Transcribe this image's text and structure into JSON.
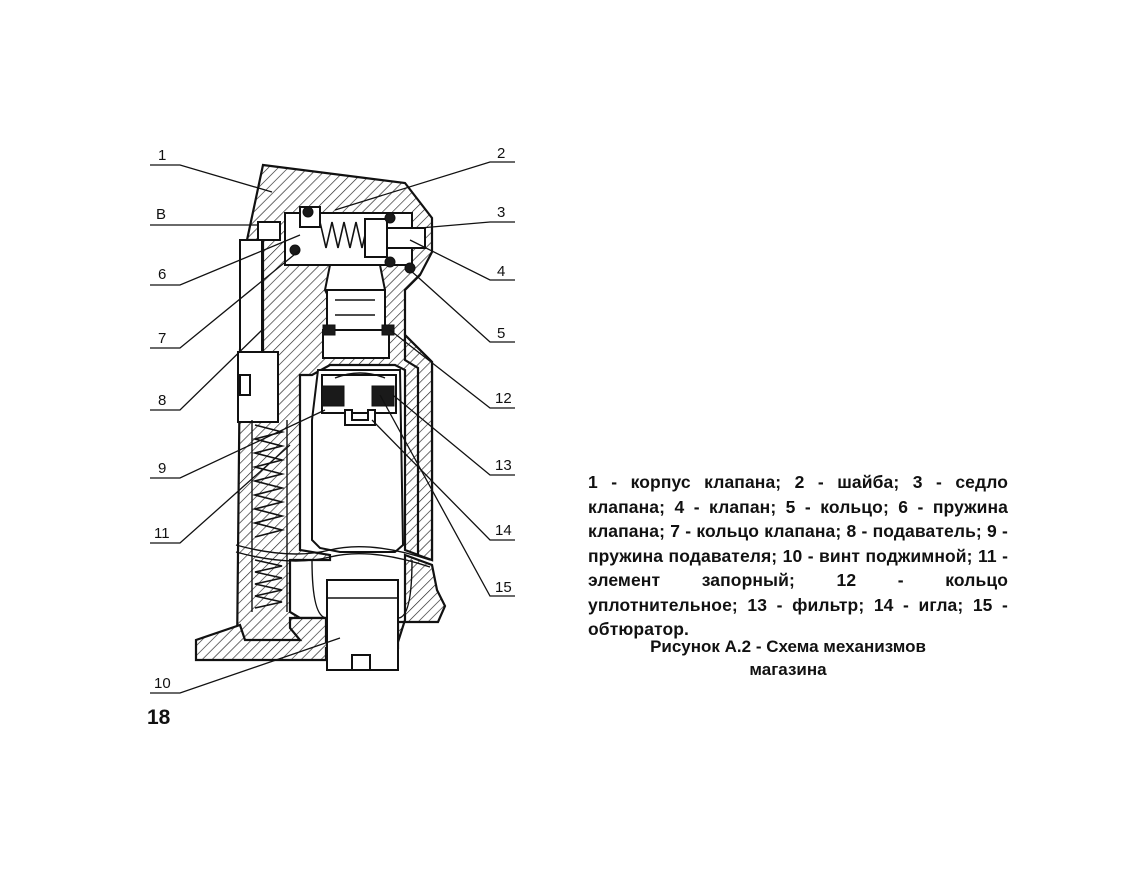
{
  "figure": {
    "callouts": {
      "c1": "1",
      "c2": "2",
      "cB": "B",
      "c3": "3",
      "c6": "6",
      "c4": "4",
      "c7": "7",
      "c5": "5",
      "c8": "8",
      "c12": "12",
      "c9": "9",
      "c13": "13",
      "c11": "11",
      "c14": "14",
      "c15": "15",
      "c10": "10"
    }
  },
  "legend": {
    "text": "1 - корпус клапана; 2 - шайба; 3 - седло клапана; 4 - клапан; 5 - кольцо; 6 - пружина клапана; 7 - кольцо клапана; 8 - подаватель; 9 - пружина подавателя; 10 - винт поджимной; 11 - элемент запорный; 12 - кольцо уплотнительное; 13 - фильтр; 14 - игла; 15 - обтюратор."
  },
  "caption": {
    "line1": "Рисунок А.2 - Схема механизмов",
    "line2": "магазина"
  },
  "page": {
    "number": "18"
  }
}
